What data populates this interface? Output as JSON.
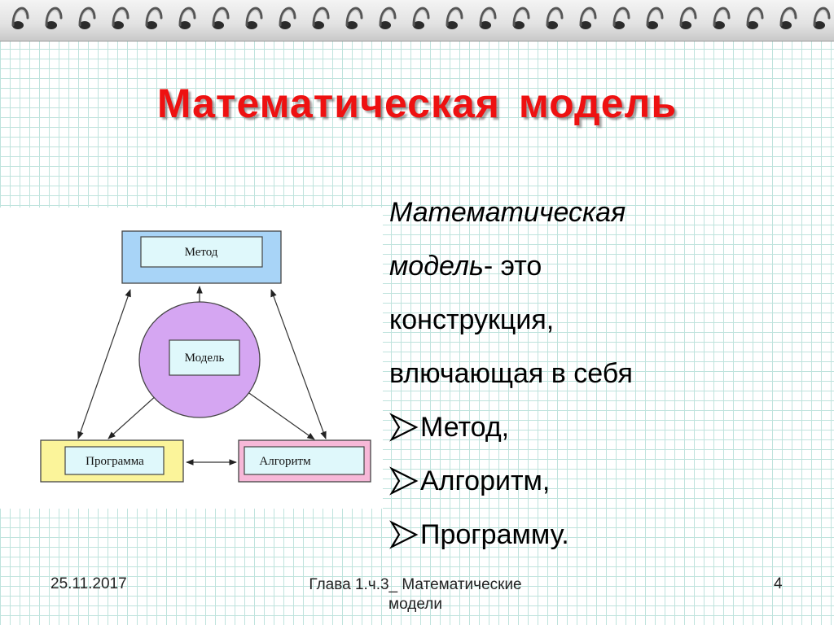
{
  "title": "Математическая модель",
  "diagram": {
    "nodes": {
      "method": "Метод",
      "model": "Модель",
      "program": "Программа",
      "algorithm": "Алгоритм"
    },
    "colors": {
      "method_fill": "#a8d4f7",
      "model_fill": "#d5a6f2",
      "program_fill": "#fbf49a",
      "algorithm_fill": "#f7b8d8",
      "label_fill": "#dff8fb"
    }
  },
  "definition": {
    "term_line1": "Математическая",
    "term_word": "модель",
    "term_rest": "- это",
    "line3": "конструкция,",
    "line4": "влючающая в себя"
  },
  "bullets": [
    "Метод,",
    "Алгоритм,",
    "Программу."
  ],
  "footer": {
    "date": "25.11.2017",
    "chapter_line1": "Глава 1.ч.3_ Математические",
    "chapter_line2": "модели",
    "page": "4"
  }
}
